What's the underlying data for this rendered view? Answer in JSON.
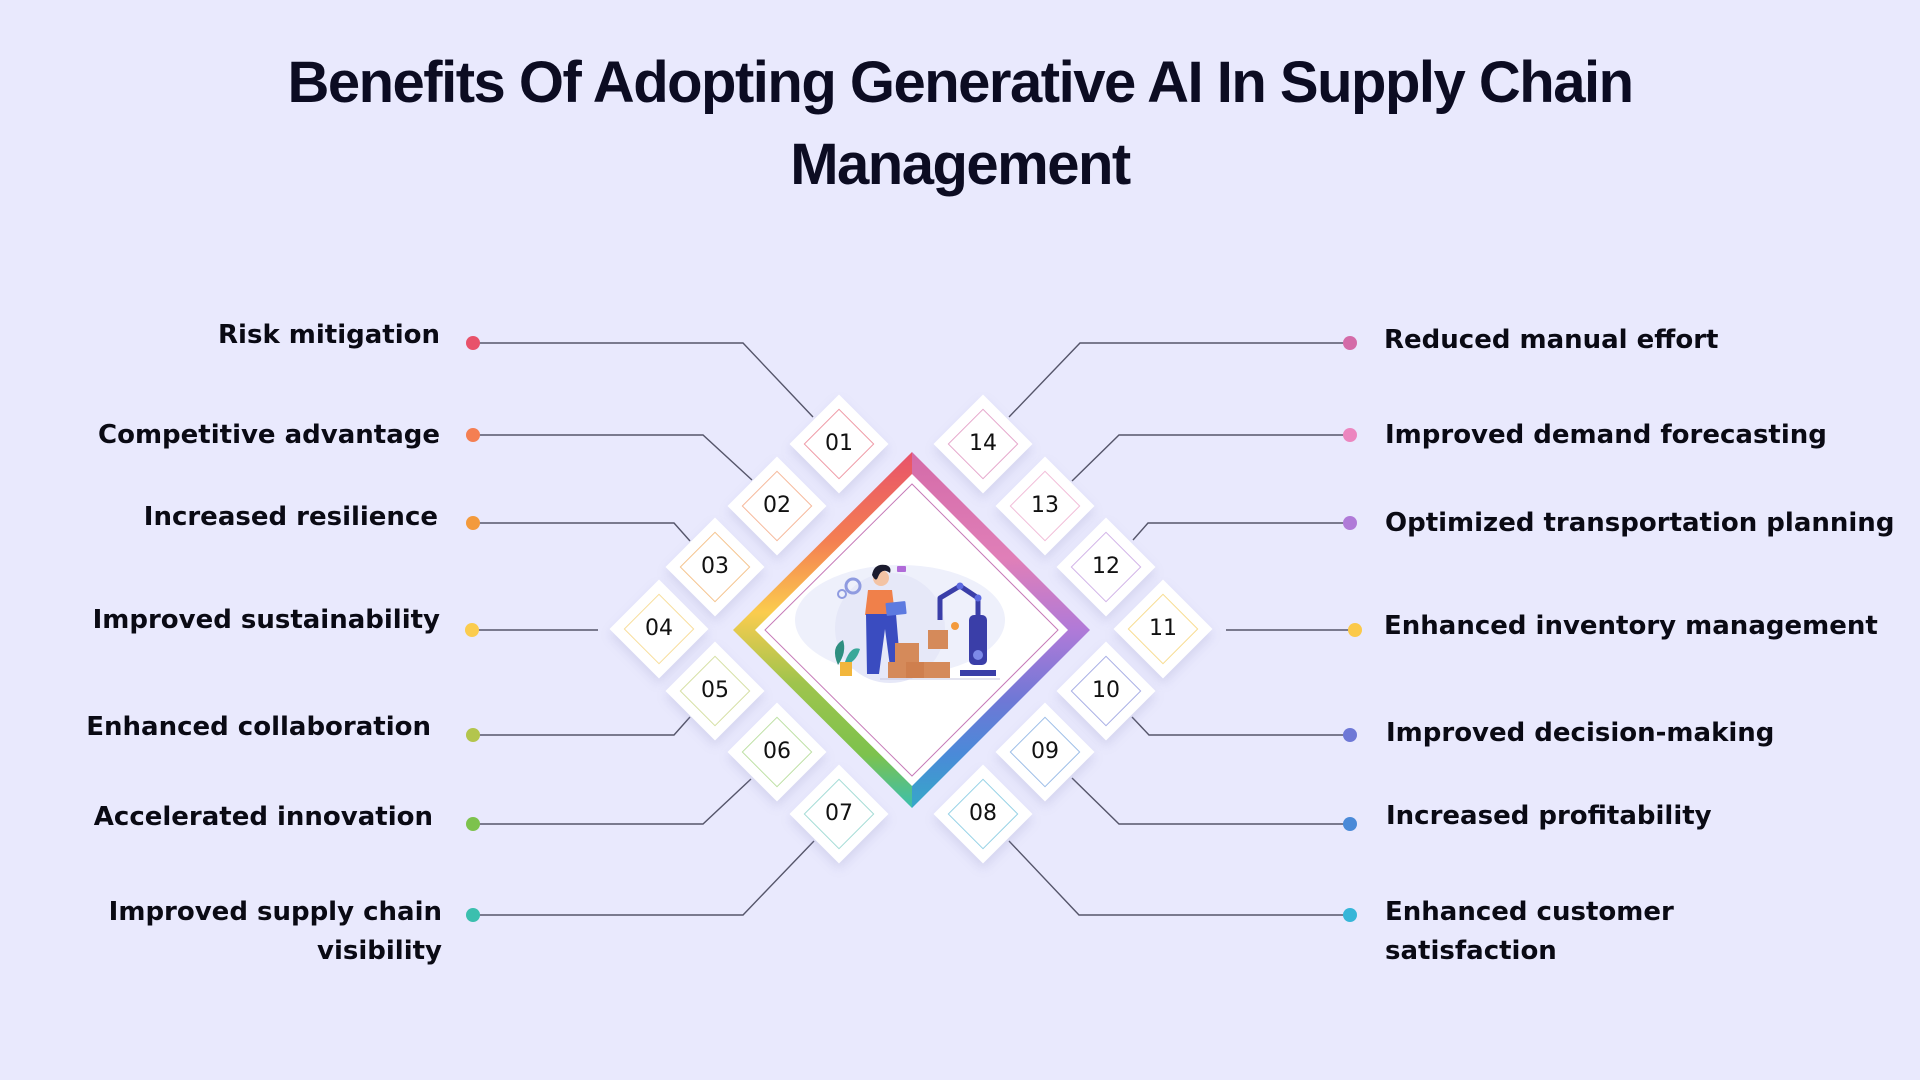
{
  "title": {
    "line1": "Benefits Of Adopting Generative AI In Supply Chain",
    "line2": "Management"
  },
  "center": {
    "illustration": "woman-with-laptop-and-robot-arm-boxes-illustration"
  },
  "left_items": [
    {
      "num": "01",
      "label": "Risk mitigation",
      "color": "#e8526a"
    },
    {
      "num": "02",
      "label": "Competitive advantage",
      "color": "#f47f52"
    },
    {
      "num": "03",
      "label": "Increased resilience",
      "color": "#f39a3c"
    },
    {
      "num": "04",
      "label": "Improved sustainability",
      "color": "#fbcc4e"
    },
    {
      "num": "05",
      "label": "Enhanced collaboration",
      "color": "#b3c54d"
    },
    {
      "num": "06",
      "label": "Accelerated innovation",
      "color": "#7dc24d"
    },
    {
      "num": "07",
      "label": "Improved supply chain",
      "label2": "visibility",
      "color": "#3bbfae"
    }
  ],
  "right_items": [
    {
      "num": "14",
      "label": "Reduced manual effort",
      "color": "#d46ba8"
    },
    {
      "num": "13",
      "label": "Improved demand forecasting",
      "color": "#ec86bf"
    },
    {
      "num": "12",
      "label": "Optimized transportation planning",
      "color": "#b07ad8"
    },
    {
      "num": "11",
      "label": "Enhanced inventory management",
      "color": "#fbc94a"
    },
    {
      "num": "10",
      "label": "Improved decision-making",
      "color": "#6e78d6"
    },
    {
      "num": "09",
      "label": "Increased profitability",
      "color": "#4a8ad8"
    },
    {
      "num": "08",
      "label": "Enhanced customer",
      "label2": "satisfaction",
      "color": "#36b6d8"
    }
  ],
  "colors": {
    "background": "#e9e9fd",
    "line": "#55556a",
    "text": "#0a0a14"
  }
}
